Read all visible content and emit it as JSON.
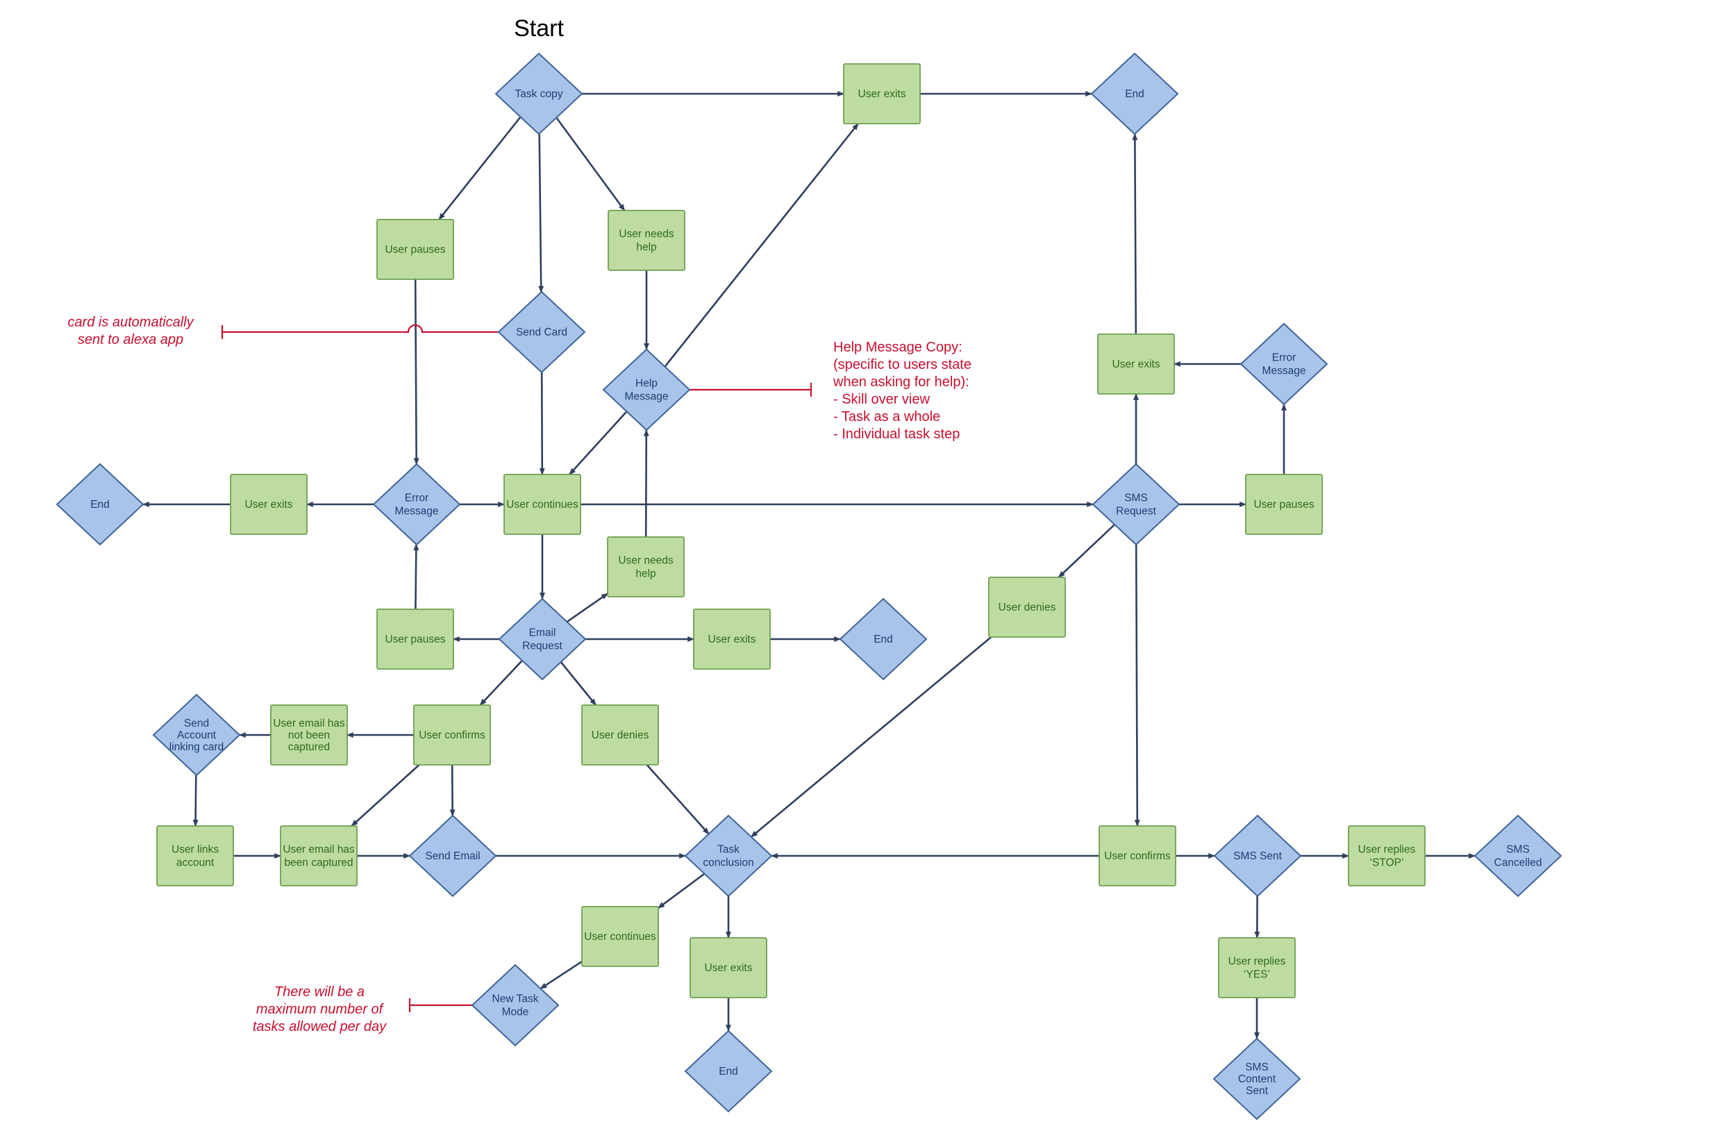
{
  "title": "Start",
  "colors": {
    "process_fill": "#bedca2",
    "process_stroke": "#6d9f50",
    "process_text": "#2f6a1c",
    "decision_fill": "#a9c4ea",
    "decision_stroke": "#3f6596",
    "decision_text": "#1e3d73",
    "edge": "#2f3f5e",
    "annotation": "#c8102e"
  },
  "nodes": [
    {
      "id": "task_copy",
      "shape": "decision",
      "lines": [
        "Task copy"
      ]
    },
    {
      "id": "user_exits_top",
      "shape": "process",
      "lines": [
        "User exits"
      ]
    },
    {
      "id": "end_top",
      "shape": "decision",
      "lines": [
        "End"
      ]
    },
    {
      "id": "user_pauses_1",
      "shape": "process",
      "lines": [
        "User pauses"
      ]
    },
    {
      "id": "user_needs_help_1",
      "shape": "process",
      "lines": [
        "User needs",
        "help"
      ]
    },
    {
      "id": "send_card",
      "shape": "decision",
      "lines": [
        "Send Card"
      ]
    },
    {
      "id": "help_message",
      "shape": "decision",
      "lines": [
        "Help",
        "Message"
      ]
    },
    {
      "id": "end_left",
      "shape": "decision",
      "lines": [
        "End"
      ]
    },
    {
      "id": "user_exits_left",
      "shape": "process",
      "lines": [
        "User exits"
      ]
    },
    {
      "id": "error_message_1",
      "shape": "decision",
      "lines": [
        "Error",
        "Message"
      ]
    },
    {
      "id": "user_continues_1",
      "shape": "process",
      "lines": [
        "User continues"
      ]
    },
    {
      "id": "user_needs_help_2",
      "shape": "process",
      "lines": [
        "User needs",
        "help"
      ]
    },
    {
      "id": "user_pauses_2",
      "shape": "process",
      "lines": [
        "User pauses"
      ]
    },
    {
      "id": "email_request",
      "shape": "decision",
      "lines": [
        "Email",
        "Request"
      ]
    },
    {
      "id": "user_exits_mid",
      "shape": "process",
      "lines": [
        "User exits"
      ]
    },
    {
      "id": "end_mid",
      "shape": "decision",
      "lines": [
        "End"
      ]
    },
    {
      "id": "send_account_linking",
      "shape": "decision",
      "lines": [
        "Send",
        "Account",
        "linking card"
      ]
    },
    {
      "id": "user_email_not_captured",
      "shape": "process",
      "lines": [
        "User email has",
        "not been",
        "captured"
      ]
    },
    {
      "id": "user_confirms_1",
      "shape": "process",
      "lines": [
        "User confirms"
      ]
    },
    {
      "id": "user_denies_1",
      "shape": "process",
      "lines": [
        "User denies"
      ]
    },
    {
      "id": "user_links_account",
      "shape": "process",
      "lines": [
        "User links",
        "account"
      ]
    },
    {
      "id": "user_email_captured",
      "shape": "process",
      "lines": [
        "User email has",
        "been captured"
      ]
    },
    {
      "id": "send_email",
      "shape": "decision",
      "lines": [
        "Send Email"
      ]
    },
    {
      "id": "task_conclusion",
      "shape": "decision",
      "lines": [
        "Task",
        "conclusion"
      ]
    },
    {
      "id": "user_continues_2",
      "shape": "process",
      "lines": [
        "User continues"
      ]
    },
    {
      "id": "user_exits_bottom",
      "shape": "process",
      "lines": [
        "User exits"
      ]
    },
    {
      "id": "new_task_mode",
      "shape": "decision",
      "lines": [
        "New Task",
        "Mode"
      ]
    },
    {
      "id": "end_bottom",
      "shape": "decision",
      "lines": [
        "End"
      ]
    },
    {
      "id": "user_exits_right",
      "shape": "process",
      "lines": [
        "User exits"
      ]
    },
    {
      "id": "error_message_2",
      "shape": "decision",
      "lines": [
        "Error",
        "Message"
      ]
    },
    {
      "id": "sms_request",
      "shape": "decision",
      "lines": [
        "SMS",
        "Request"
      ]
    },
    {
      "id": "user_pauses_3",
      "shape": "process",
      "lines": [
        "User pauses"
      ]
    },
    {
      "id": "user_denies_2",
      "shape": "process",
      "lines": [
        "User denies"
      ]
    },
    {
      "id": "user_confirms_2",
      "shape": "process",
      "lines": [
        "User confirms"
      ]
    },
    {
      "id": "sms_sent",
      "shape": "decision",
      "lines": [
        "SMS Sent"
      ]
    },
    {
      "id": "user_replies_stop",
      "shape": "process",
      "lines": [
        "User replies",
        "‘STOP’"
      ]
    },
    {
      "id": "sms_cancelled",
      "shape": "decision",
      "lines": [
        "SMS",
        "Cancelled"
      ]
    },
    {
      "id": "user_replies_yes",
      "shape": "process",
      "lines": [
        "User replies",
        "‘YES’"
      ]
    },
    {
      "id": "sms_content_sent",
      "shape": "decision",
      "lines": [
        "SMS",
        "Content",
        "Sent"
      ]
    }
  ],
  "edges": [
    {
      "from": "task_copy",
      "to": "user_exits_top"
    },
    {
      "from": "user_exits_top",
      "to": "end_top"
    },
    {
      "from": "task_copy",
      "to": "user_pauses_1"
    },
    {
      "from": "task_copy",
      "to": "send_card"
    },
    {
      "from": "task_copy",
      "to": "user_needs_help_1"
    },
    {
      "from": "user_pauses_1",
      "to": "error_message_1"
    },
    {
      "from": "user_needs_help_1",
      "to": "help_message"
    },
    {
      "from": "send_card",
      "to": "user_continues_1"
    },
    {
      "from": "help_message",
      "to": "user_exits_top"
    },
    {
      "from": "help_message",
      "to": "user_continues_1"
    },
    {
      "from": "error_message_1",
      "to": "user_exits_left"
    },
    {
      "from": "user_exits_left",
      "to": "end_left"
    },
    {
      "from": "error_message_1",
      "to": "user_continues_1"
    },
    {
      "from": "user_continues_1",
      "to": "sms_request"
    },
    {
      "from": "user_continues_1",
      "to": "email_request"
    },
    {
      "from": "user_pauses_2",
      "to": "error_message_1"
    },
    {
      "from": "user_needs_help_2",
      "to": "help_message"
    },
    {
      "from": "email_request",
      "to": "user_needs_help_2"
    },
    {
      "from": "email_request",
      "to": "user_pauses_2"
    },
    {
      "from": "email_request",
      "to": "user_exits_mid"
    },
    {
      "from": "user_exits_mid",
      "to": "end_mid"
    },
    {
      "from": "email_request",
      "to": "user_confirms_1"
    },
    {
      "from": "email_request",
      "to": "user_denies_1"
    },
    {
      "from": "user_confirms_1",
      "to": "user_email_not_captured"
    },
    {
      "from": "user_email_not_captured",
      "to": "send_account_linking"
    },
    {
      "from": "send_account_linking",
      "to": "user_links_account"
    },
    {
      "from": "user_links_account",
      "to": "user_email_captured"
    },
    {
      "from": "user_email_captured",
      "to": "send_email"
    },
    {
      "from": "user_confirms_1",
      "to": "user_email_captured"
    },
    {
      "from": "user_confirms_1",
      "to": "send_email"
    },
    {
      "from": "send_email",
      "to": "task_conclusion"
    },
    {
      "from": "user_denies_1",
      "to": "task_conclusion"
    },
    {
      "from": "task_conclusion",
      "to": "user_continues_2"
    },
    {
      "from": "task_conclusion",
      "to": "user_exits_bottom"
    },
    {
      "from": "user_exits_bottom",
      "to": "end_bottom"
    },
    {
      "from": "user_continues_2",
      "to": "new_task_mode"
    },
    {
      "from": "sms_request",
      "to": "user_exits_right"
    },
    {
      "from": "user_exits_right",
      "to": "end_top"
    },
    {
      "from": "error_message_2",
      "to": "user_exits_right"
    },
    {
      "from": "sms_request",
      "to": "user_pauses_3"
    },
    {
      "from": "user_pauses_3",
      "to": "error_message_2"
    },
    {
      "from": "sms_request",
      "to": "user_denies_2"
    },
    {
      "from": "user_denies_2",
      "to": "task_conclusion"
    },
    {
      "from": "sms_request",
      "to": "user_confirms_2"
    },
    {
      "from": "user_confirms_2",
      "to": "task_conclusion"
    },
    {
      "from": "user_confirms_2",
      "to": "sms_sent"
    },
    {
      "from": "sms_sent",
      "to": "user_replies_stop"
    },
    {
      "from": "user_replies_stop",
      "to": "sms_cancelled"
    },
    {
      "from": "sms_sent",
      "to": "user_replies_yes"
    },
    {
      "from": "user_replies_yes",
      "to": "sms_content_sent"
    }
  ],
  "annotations": {
    "send_card_note": [
      "card is automatically",
      "sent to alexa app"
    ],
    "help_copy_note": [
      "Help Message Copy:",
      "(specific to users state",
      "when asking for help):",
      "- Skill over view",
      "- Task as a whole",
      "- Individual task step"
    ],
    "task_limit_note": [
      "There will be a",
      "maximum number of",
      "tasks allowed per day"
    ]
  }
}
